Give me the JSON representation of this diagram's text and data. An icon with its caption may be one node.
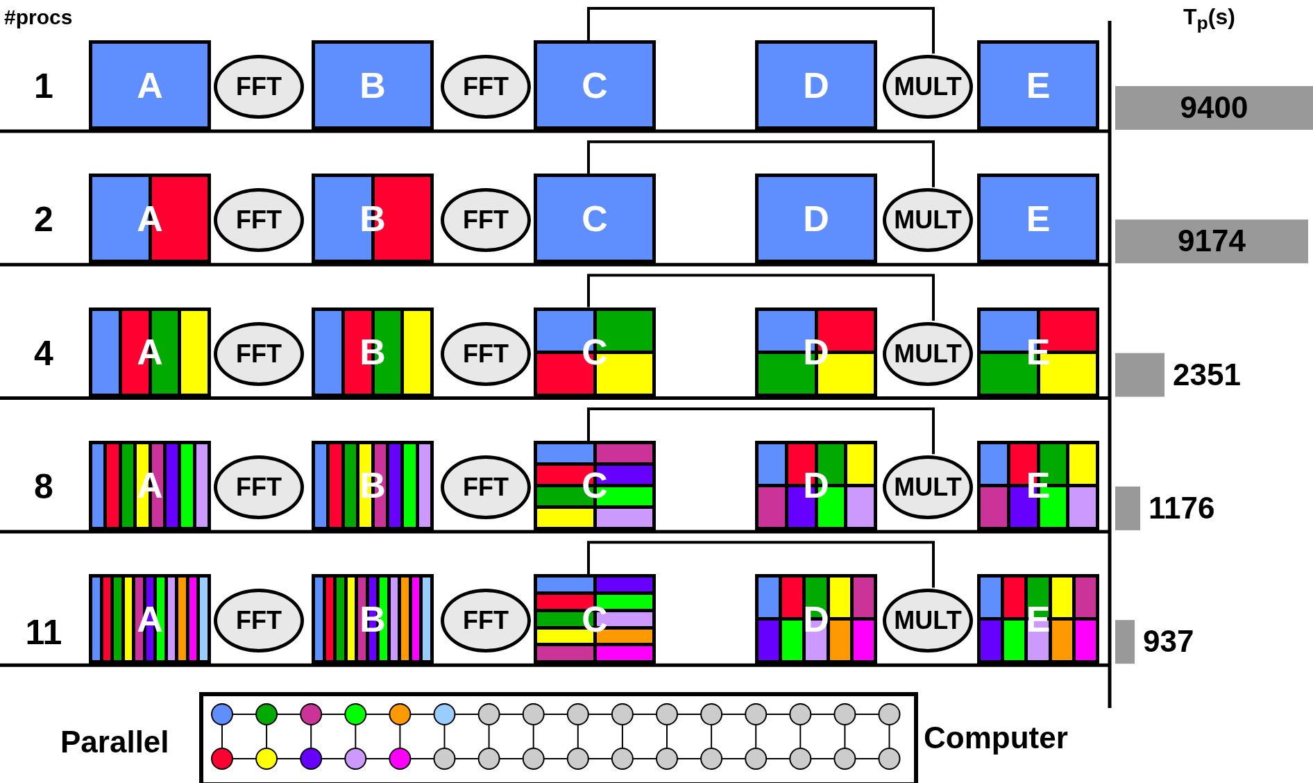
{
  "diagram": {
    "nodes": [
      {
        "text": [
          "A"
        ]
      },
      {
        "text": [
          "FFT"
        ]
      },
      {
        "text": [
          "B"
        ]
      },
      {
        "text": [
          "FFT"
        ]
      },
      {
        "text": [
          "C"
        ]
      },
      {
        "text": [
          "D"
        ]
      },
      {
        "text": [
          "MULT"
        ]
      },
      {
        "text": [
          "E"
        ]
      },
      {
        "text": [
          "A"
        ]
      },
      {
        "text": [
          "FFT"
        ]
      },
      {
        "text": [
          "B"
        ]
      },
      {
        "text": [
          "FFT"
        ]
      },
      {
        "text": [
          "C"
        ]
      },
      {
        "text": [
          "D"
        ]
      },
      {
        "text": [
          "MULT"
        ]
      },
      {
        "text": [
          "E"
        ]
      },
      {
        "text": [
          "A"
        ]
      },
      {
        "text": [
          "FFT"
        ]
      },
      {
        "text": [
          "B"
        ]
      },
      {
        "text": [
          "FFT"
        ]
      },
      {
        "text": [
          "C"
        ]
      },
      {
        "text": [
          "D"
        ]
      },
      {
        "text": [
          "MULT"
        ]
      },
      {
        "text": [
          "E"
        ]
      },
      {
        "text": [
          "A"
        ]
      },
      {
        "text": [
          "FFT"
        ]
      },
      {
        "text": [
          "B"
        ]
      },
      {
        "text": [
          "FFT"
        ]
      },
      {
        "text": [
          "C"
        ]
      },
      {
        "text": [
          "D"
        ]
      },
      {
        "text": [
          "MULT"
        ]
      },
      {
        "text": [
          "E"
        ]
      },
      {
        "text": [
          "A"
        ]
      },
      {
        "text": [
          "FFT"
        ]
      },
      {
        "text": [
          "B"
        ]
      },
      {
        "text": [
          "FFT"
        ]
      },
      {
        "text": [
          "C"
        ]
      },
      {
        "text": [
          "D"
        ]
      },
      {
        "text": [
          "MULT"
        ]
      },
      {
        "text": [
          "E"
        ]
      }
    ],
    "edges": [
      {
        "from": 4,
        "to": 6,
        "arrow": "none"
      },
      {
        "from": 12,
        "to": 14,
        "arrow": "none"
      },
      {
        "from": 20,
        "to": 22,
        "arrow": "none"
      },
      {
        "from": 28,
        "to": 30,
        "arrow": "none"
      },
      {
        "from": 36,
        "to": 38,
        "arrow": "none"
      }
    ],
    "labels": [
      "#procs",
      "T$_{p}$(s)",
      "1",
      "9400",
      "2",
      "9174",
      "4",
      "2351",
      "8",
      "1176",
      "11",
      "937",
      "Parallel",
      "Computer"
    ]
  }
}
